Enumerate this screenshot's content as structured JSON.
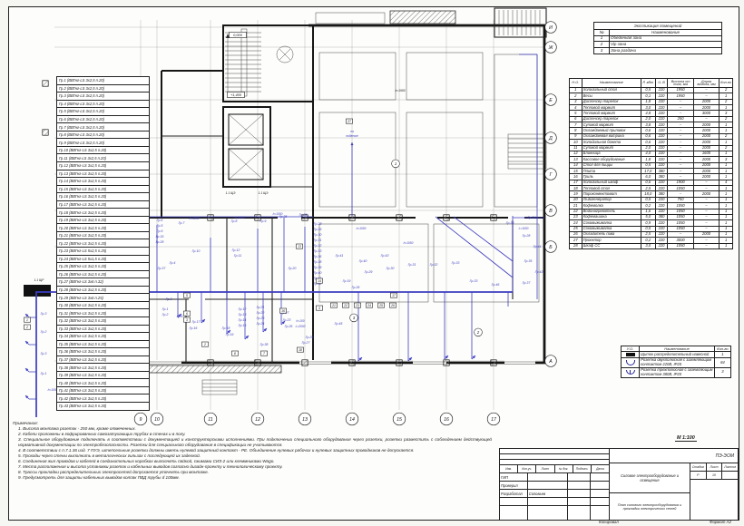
{
  "sheet": {
    "scale_note": "М 1:100"
  },
  "cable_list": {
    "items": [
      "Гр.1 (ВВГнг-LS 3х2,5 п.20)",
      "Гр.2 (ВВГнг-LS 3х2,5 п.20)",
      "Гр.3 (ВВГнг-LS 3х2,5 п.20)",
      "Гр.4 (ВВГнг-LS 3х2,5 п.20)",
      "Гр.5 (ВВГнг-LS 3х2,5 п.20)",
      "Гр.6 (ВВГнг-LS 3х2,5 п.20)",
      "Гр.7 (ВВГнг-LS 3х2,5 п.20)",
      "Гр.8 (ВВГнг-LS 3х2,5 п.20)",
      "Гр.9 (ВВГнг-LS 3х2,5 п.20)",
      "Гр.10 (ВВГнг-LS 3х2,5 п.20)",
      "Гр.11 (ВВГнг-LS 3х2,5 п.20)",
      "Гр.12 (ВВГнг-LS 3х2,5 п.20)",
      "Гр.13 (ВВГнг-LS 3х2,5 п.20)",
      "Гр.14 (ВВГнг-LS 3х2,5 п.20)",
      "Гр.15 (ВВГнг-LS 3х2,5 п.20)",
      "Гр.16 (ВВГнг-LS 3х2,5 п.20)",
      "Гр.17 (ВВГнг-LS 3х2,5 п.20)",
      "Гр.18 (ВВГнг-LS 3х2,5 п.20)",
      "Гр.19 (ВВГнг-LS 3х2,5 п.20)",
      "Гр.20 (ВВГнг-LS 3х2,5 п.20)",
      "Гр.21 (ВВГнг-LS 3х2,5 п.20)",
      "Гр.22 (ВВГнг-LS 3х2,5 п.20)",
      "Гр.23 (ВВГнг-LS 5х2,5 п.25)",
      "Гр.24 (ВВГнг-LS 5х1,5 п.20)",
      "Гр.25 (ВВГнг-LS 3х2,5 п.20)",
      "Гр.26 (ВВГнг-LS 3х2,5 п.20)",
      "Гр.27 (ВВГнг-LS 3х6 п.32)",
      "Гр.28 (ВВГнг-LS 3х2,5 п.20)",
      "Гр.29 (ВВГнг-LS 3х6 п.25)",
      "Гр.30 (ВВГнг-LS 3х2,5 п.20)",
      "Гр.31 (ВВГнг-LS 3х2,5 п.20)",
      "Гр.32 (ВВГнг-LS 3х2,5 п.20)",
      "Гр.33 (ВВГнг-LS 3х2,5 п.20)",
      "Гр.34 (ВВГнг-LS 3х2,5 п.20)",
      "Гр.35 (ВВГнг-LS 3х2,5 п.20)",
      "Гр.36 (ВВГнг-LS 3х2,5 п.20)",
      "Гр.37 (ВВГнг-LS 3х2,5 п.20)",
      "Гр.38 (ВВГнг-LS 3х2,5 п.20)",
      "Гр.39 (ВВГнг-LS 3х2,5 п.20)",
      "Гр.40 (ВВГнг-LS 3х2,5 п.20)",
      "Гр.41 (ВВГнг-LS 3х2,5 п.20)",
      "Гр.42 (ВВГнг-LS 3х2,5 п.20)",
      "Гр.43 (ВВГнг-LS 3х2,5 п.20)"
    ]
  },
  "explication": {
    "title": "Экспликация помещений",
    "headers": [
      "№",
      "Наименование"
    ],
    "rows": [
      {
        "n": "1",
        "name": "Обеденная зона"
      },
      {
        "n": "2",
        "name": "Vip зона"
      },
      {
        "n": "3",
        "name": "Зона раздачи"
      }
    ]
  },
  "equipment_table": {
    "headers": [
      "Н.О.",
      "Наименование",
      "Р, кВт",
      "U, В",
      "Высота от пола, мм",
      "Длина вывода, мм",
      "Кол-во"
    ],
    "rows": [
      {
        "n": "1",
        "name": "Холодильный стол",
        "p": "0,5",
        "u": "220",
        "h": "1950",
        "l": "–",
        "q": "2"
      },
      {
        "n": "2",
        "name": "Весы",
        "p": "0,1",
        "u": "220",
        "h": "1950",
        "l": "–",
        "q": "1"
      },
      {
        "n": "3",
        "name": "Диспенсер тарелок",
        "p": "1,8",
        "u": "220",
        "h": "–",
        "l": "2000",
        "q": "2"
      },
      {
        "n": "4",
        "name": "Тепловой мармит",
        "p": "3,0",
        "u": "220",
        "h": "–",
        "l": "2000",
        "q": "1"
      },
      {
        "n": "5",
        "name": "Тепловой мармит",
        "p": "4,8",
        "u": "220",
        "h": "–",
        "l": "3000",
        "q": "3"
      },
      {
        "n": "6",
        "name": "Диспенсер тарелок",
        "p": "2,0",
        "u": "220",
        "h": "250",
        "l": "–",
        "q": "2"
      },
      {
        "n": "7",
        "name": "Суповой мармит",
        "p": "3,8",
        "u": "220",
        "h": "–",
        "l": "2000",
        "q": "1"
      },
      {
        "n": "8",
        "name": "Охлаждаемый прилавок",
        "p": "0,6",
        "u": "220",
        "h": "–",
        "l": "2000",
        "q": "1"
      },
      {
        "n": "9",
        "name": "Охлаждаемая витрина",
        "p": "0,6",
        "u": "220",
        "h": "–",
        "l": "2000",
        "q": "2"
      },
      {
        "n": "10",
        "name": "Холодильная бонета",
        "p": "0,6",
        "u": "220",
        "h": "–",
        "l": "2000",
        "q": "1"
      },
      {
        "n": "11",
        "name": "Суповой мармит",
        "p": "2,0",
        "u": "220",
        "h": "–",
        "l": "2000",
        "q": "2"
      },
      {
        "n": "12",
        "name": "Блинница",
        "p": "4,0",
        "u": "220",
        "h": "–",
        "l": "1600",
        "q": "1"
      },
      {
        "n": "13",
        "name": "Кассовое оборудование",
        "p": "1,8",
        "u": "220",
        "h": "–",
        "l": "2000",
        "q": "3"
      },
      {
        "n": "14",
        "name": "Стол для пиццы",
        "p": "0,5",
        "u": "220",
        "h": "–",
        "l": "2000",
        "q": "1"
      },
      {
        "n": "15",
        "name": "Плита",
        "p": "17,0",
        "u": "380",
        "h": "–",
        "l": "2000",
        "q": "1"
      },
      {
        "n": "16",
        "name": "Гриль",
        "p": "6,0",
        "u": "380",
        "h": "–",
        "l": "2000",
        "q": "1"
      },
      {
        "n": "17",
        "name": "Холодильный шкаф",
        "p": "0,6",
        "u": "220",
        "h": "1900",
        "l": "–",
        "q": "4"
      },
      {
        "n": "18",
        "name": "Тепловой стол",
        "p": "2,5",
        "u": "220",
        "h": "1050",
        "l": "–",
        "q": "1"
      },
      {
        "n": "19",
        "name": "Пароконвектомат",
        "p": "18,0",
        "u": "380",
        "h": "–",
        "l": "2000",
        "q": "1"
      },
      {
        "n": "20",
        "name": "Льдогенератор",
        "p": "0,5",
        "u": "220",
        "h": "750",
        "l": "–",
        "q": "1"
      },
      {
        "n": "21",
        "name": "Кофемолка",
        "p": "0,2",
        "u": "220",
        "h": "1050",
        "l": "–",
        "q": "1"
      },
      {
        "n": "22",
        "name": "Водонагреватель",
        "p": "1,6",
        "u": "220",
        "h": "1050",
        "l": "–",
        "q": "1"
      },
      {
        "n": "23",
        "name": "Кофемашина",
        "p": "5,0",
        "u": "380",
        "h": "1050",
        "l": "–",
        "q": "1"
      },
      {
        "n": "24",
        "name": "Соковыжималка",
        "p": "0,9",
        "u": "220",
        "h": "1050",
        "l": "–",
        "q": "1"
      },
      {
        "n": "25",
        "name": "Соковыжималка",
        "p": "0,5",
        "u": "220",
        "h": "1050",
        "l": "–",
        "q": "1"
      },
      {
        "n": "26",
        "name": "Охладитель пива",
        "p": "2,5",
        "u": "220",
        "h": "–",
        "l": "2000",
        "q": "1"
      },
      {
        "n": "27",
        "name": "Проектор",
        "p": "0,2",
        "u": "220",
        "h": "3000",
        "l": "–",
        "q": "1"
      },
      {
        "n": "28",
        "name": "Шкаф СС",
        "p": "3,0",
        "u": "220",
        "h": "1050",
        "l": "–",
        "q": "1"
      }
    ]
  },
  "symbols_table": {
    "headers": [
      "У.О.",
      "Наименование",
      "Кол-во"
    ],
    "rows": [
      {
        "icon": "panel-icon",
        "name": "Щиток распределительный навесной",
        "qty": "1"
      },
      {
        "icon": "socket2-icon",
        "name": "Розетка двухполюсная с заземляющим контактом 220В, IP20",
        "qty": "84"
      },
      {
        "icon": "socket3-icon",
        "name": "Розетка трехполюсная с заземляющим контактом 380В, IP20",
        "qty": "3"
      }
    ]
  },
  "notes": {
    "title": "Примечания:",
    "items": [
      "1. Высота монтажа розеток - 250 мм, кроме отмеченных.",
      "2. Кабели проложены в гофрированных самозатухающих трубах в стенах и в полу.",
      "3. Специальное оборудование подключать в соответствии с документацией и конструкторскими исполнениями. При подключении специального оборудования через розетки, розетки разместить с соблюдением действующей нормативной документации по электробезопасности. Розетки для специального оборудования в спецификации не учитываются.",
      "4. В соответствии с п.7.1.36 изд. 7 ПУЭ, штепсельные розетки должны иметь нулевой защитный контакт - РЕ. Объединение нулевых рабочих и нулевых защитных проводников не допускается.",
      "5. Проходы через стены выполнить в металлических гильзах с последующей их заделкой.",
      "6. Соединения жил проводов и кабелей в соединительных коробках выполнять пайкой, сжимами СИЗ-2 или клеммниками Wago.",
      "7. Места расположения и высота установки розеток и кабельных выводов согласно дизайн-проекту и технологическому проекту.",
      "8. Трассы прокладки распределительных электросетей допускается уточнять при монтаже.",
      "9. Предусмотреть для защиты кабельных выводов колпак ПВД трубы d 100мм."
    ]
  },
  "title_block": {
    "code": "ПЭ-ЭОМ",
    "revision_headers": [
      "Изм.",
      "Кол.уч.",
      "Лист",
      "№ док.",
      "Подпись",
      "Дата"
    ],
    "roles": [
      {
        "label": "ГИП",
        "name": ""
      },
      {
        "label": "Проверил",
        "name": ""
      },
      {
        "label": "Разработал",
        "name": "Соловьев"
      }
    ],
    "doc_title": "Силовое электрооборудование и освещение",
    "sheet_title": "План силового электрооборудования и прокладки электрических сетей",
    "stage_label": "Стадия",
    "stage": "Р",
    "sheet_label": "Лист",
    "sheet_no": "10",
    "sheets_label": "Листов",
    "sheets": "",
    "copied_label": "Копировал",
    "format_label": "Формат А2"
  },
  "plan": {
    "axes_bottom": [
      "9",
      "10",
      "11",
      "12",
      "13",
      "14",
      "15",
      "16",
      "17"
    ],
    "axes_right": [
      "И",
      "Ж",
      "Е",
      "Д",
      "Г",
      "В",
      "Б",
      "А"
    ],
    "annotations": [
      [
        262,
        40,
        "0,000",
        "lvl"
      ],
      [
        260,
        106,
        "+1,400",
        "lvl"
      ],
      [
        441,
        101,
        "h=1950",
        "k"
      ],
      [
        43,
        310,
        "1.1 ЩР",
        "k"
      ],
      [
        254,
        214,
        "1.1 ЩЭ",
        "k"
      ],
      [
        290,
        214,
        "1.1 ЩЭ",
        "k"
      ],
      [
        385,
        135,
        "27",
        "b"
      ],
      [
        388,
        146,
        "на",
        "t"
      ],
      [
        388,
        151,
        "подвеске",
        "t"
      ],
      [
        350,
        248,
        "Гр.28",
        "g"
      ],
      [
        350,
        254,
        "Гр.29",
        "g"
      ],
      [
        350,
        260,
        "Гр.30",
        "g"
      ],
      [
        350,
        266,
        "Гр.31",
        "g"
      ],
      [
        350,
        272,
        "Гр.32",
        "g"
      ],
      [
        350,
        278,
        "Гр.33",
        "g"
      ],
      [
        350,
        284,
        "Гр.36",
        "g"
      ],
      [
        350,
        290,
        "Гр.38",
        "g"
      ],
      [
        350,
        296,
        "Гр.39",
        "g"
      ],
      [
        350,
        302,
        "Гр.40",
        "g"
      ],
      [
        350,
        308,
        "Гр.41",
        "g"
      ],
      [
        350,
        314,
        "Гр.42",
        "g"
      ],
      [
        176,
        244,
        "Гр.6",
        "g"
      ],
      [
        176,
        250,
        "Гр.5",
        "g"
      ],
      [
        176,
        256,
        "Гр.9",
        "g"
      ],
      [
        176,
        262,
        "Гр.15",
        "g"
      ],
      [
        176,
        268,
        "Гр.28",
        "g"
      ],
      [
        200,
        247,
        "Гр.7",
        "g"
      ],
      [
        258,
        245,
        "Гр.8",
        "g"
      ],
      [
        290,
        245,
        "Гр.9",
        "g"
      ],
      [
        312,
        240,
        "Гр.35",
        "g"
      ],
      [
        334,
        238,
        "Гр.36",
        "g"
      ],
      [
        216,
        278,
        "Гр.10",
        "g"
      ],
      [
        260,
        277,
        "Гр.12",
        "g"
      ],
      [
        262,
        283,
        "Гр.11",
        "g"
      ],
      [
        322,
        297,
        "Гр.20",
        "g"
      ],
      [
        190,
        291,
        "Гр.4",
        "g"
      ],
      [
        178,
        297,
        "Гр.37",
        "g"
      ],
      [
        214,
        242,
        "h=1050",
        "t"
      ],
      [
        264,
        241,
        "h=1050",
        "t"
      ],
      [
        306,
        237,
        "h=1050",
        "t"
      ],
      [
        182,
        342,
        "Гр.1",
        "g"
      ],
      [
        182,
        348,
        "Гр.2",
        "g"
      ],
      [
        198,
        350,
        "Гр.4",
        "g"
      ],
      [
        186,
        331,
        "Гр.3",
        "g"
      ],
      [
        216,
        356,
        "Гр.17",
        "g"
      ],
      [
        213,
        363,
        "Гр.16",
        "g"
      ],
      [
        249,
        363,
        "Гр.18",
        "g"
      ],
      [
        253,
        370,
        "Гр.19",
        "g"
      ],
      [
        267,
        342,
        "Гр.12",
        "g"
      ],
      [
        267,
        348,
        "Гр.13",
        "g"
      ],
      [
        267,
        354,
        "Гр.14",
        "g"
      ],
      [
        267,
        360,
        "Гр.15",
        "g"
      ],
      [
        287,
        340,
        "Гр.21",
        "g"
      ],
      [
        287,
        346,
        "Гр.22",
        "g"
      ],
      [
        287,
        352,
        "Гр.23",
        "g"
      ],
      [
        287,
        358,
        "Гр.24",
        "g"
      ],
      [
        314,
        346,
        "Гр.27",
        "g"
      ],
      [
        316,
        354,
        "Гр.23",
        "g"
      ],
      [
        318,
        361,
        "Гр.26",
        "g"
      ],
      [
        331,
        355,
        "h=100",
        "t"
      ],
      [
        331,
        361,
        "L=2000",
        "t"
      ],
      [
        341,
        373,
        "Гр.25",
        "g"
      ],
      [
        337,
        379,
        "Гр.27",
        "g"
      ],
      [
        291,
        381,
        "Гр.38",
        "g"
      ],
      [
        373,
        358,
        "Гр.45",
        "g"
      ],
      [
        206,
        327,
        "5",
        "b"
      ],
      [
        206,
        347,
        "6",
        "b"
      ],
      [
        206,
        354,
        "3",
        "b"
      ],
      [
        330,
        273,
        "13",
        "b"
      ],
      [
        352,
        341,
        "3",
        "b"
      ],
      [
        312,
        344,
        "16",
        "b"
      ],
      [
        226,
        381,
        "2",
        "b"
      ],
      [
        259,
        391,
        "8",
        "b"
      ],
      [
        291,
        391,
        "7",
        "b"
      ],
      [
        331,
        387,
        "18",
        "b"
      ],
      [
        434,
        327,
        "17",
        "b"
      ],
      [
        352,
        311,
        "14",
        "b"
      ],
      [
        368,
        338,
        "21",
        "b"
      ],
      [
        381,
        338,
        "22",
        "b"
      ],
      [
        394,
        338,
        "23",
        "b"
      ],
      [
        407,
        338,
        "24",
        "b"
      ],
      [
        420,
        338,
        "25",
        "b"
      ],
      [
        433,
        338,
        "26",
        "b"
      ],
      [
        382,
        311,
        "Гр.19",
        "g"
      ],
      [
        406,
        301,
        "Гр.29",
        "g"
      ],
      [
        430,
        297,
        "Гр.30",
        "g"
      ],
      [
        454,
        293,
        "Гр.31",
        "g"
      ],
      [
        478,
        293,
        "Гр.32",
        "g"
      ],
      [
        502,
        291,
        "Гр.33",
        "g"
      ],
      [
        392,
        318,
        "Гр.26",
        "g"
      ],
      [
        522,
        311,
        "Гр.33",
        "g"
      ],
      [
        546,
        315,
        "Гр.46",
        "g"
      ],
      [
        374,
        283,
        "Гр.41",
        "g"
      ],
      [
        400,
        289,
        "Гр.40",
        "g"
      ],
      [
        424,
        283,
        "Гр.43",
        "g"
      ],
      [
        398,
        253,
        "h=1050",
        "t"
      ],
      [
        450,
        269,
        "h=1050",
        "t"
      ],
      [
        562,
        247,
        "Гр.33",
        "g"
      ],
      [
        586,
        241,
        "Гр.34",
        "g"
      ],
      [
        580,
        261,
        "Гр.28",
        "g"
      ],
      [
        592,
        273,
        "Гр.44",
        "g"
      ],
      [
        582,
        289,
        "Гр.35",
        "g"
      ],
      [
        594,
        301,
        "Гр.43",
        "g"
      ],
      [
        580,
        313,
        "Гр.37",
        "g"
      ],
      [
        577,
        253,
        "L=1000",
        "t"
      ],
      [
        48,
        347,
        "Гр.3",
        "g"
      ],
      [
        48,
        367,
        "Гр.2",
        "g"
      ],
      [
        48,
        391,
        "Гр.3",
        "g"
      ],
      [
        48,
        413,
        "Гр.1",
        "g"
      ],
      [
        58,
        431,
        "h=1050",
        "t"
      ],
      [
        30,
        354,
        "1",
        "b"
      ],
      [
        30,
        362,
        "2",
        "b"
      ],
      [
        436,
        182,
        "1",
        "c"
      ],
      [
        527,
        368,
        "2",
        "c"
      ],
      [
        390,
        352,
        "3",
        "c"
      ]
    ]
  }
}
